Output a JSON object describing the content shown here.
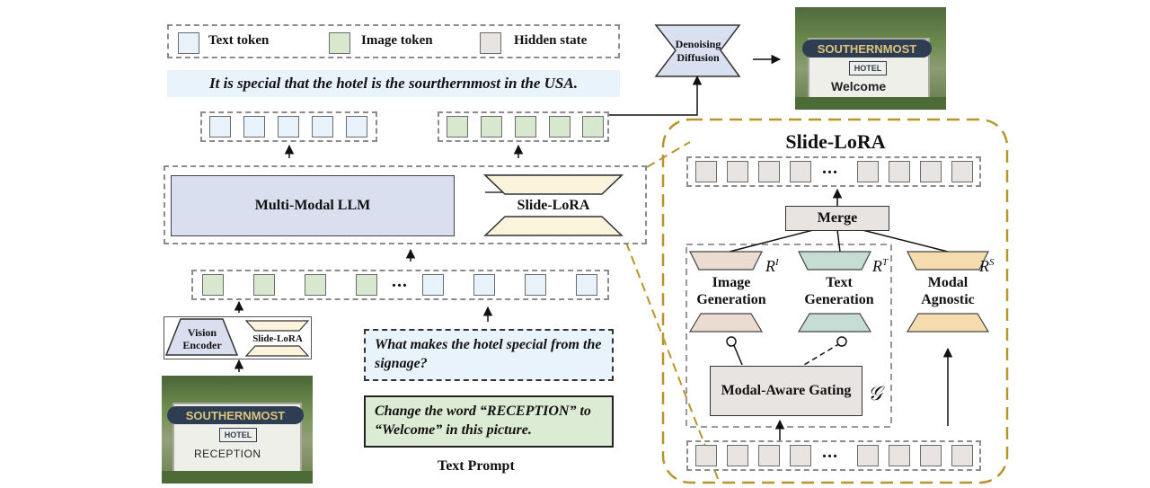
{
  "legend": {
    "text_token": "Text token",
    "image_token": "Image token",
    "hidden_state": "Hidden state"
  },
  "output_text": "It is special that the hotel is the sourthernmost in the USA.",
  "denoising_diffusion": "Denoising Diffusion",
  "llm": "Multi-Modal LLM",
  "slide_lora_small": "Slide-LoRA",
  "vision_encoder": "Vision Encoder",
  "slide_lora_tiny": "Slide-LoRA",
  "ellipsis": "...",
  "prompt_question": "What makes the hotel special from the signage?",
  "prompt_edit": "Change the word “RECEPTION” to “Welcome” in this picture.",
  "text_prompt_label": "Text Prompt",
  "panel": {
    "title": "Slide-LoRA",
    "merge": "Merge",
    "image_generation": "Image Generation",
    "text_generation": "Text Generation",
    "modal_agnostic": "Modal Agnostic",
    "gating": "Modal-Aware Gating",
    "r_image": "I",
    "r_text": "T",
    "r_shared": "S",
    "gating_symbol": "𝒢"
  },
  "sign_images": {
    "top": {
      "line1": "SOUTHERNMOST",
      "line2": "HOTEL",
      "line3": "Welcome"
    },
    "bottom": {
      "line1": "SOUTHERNMOST",
      "line2": "HOTEL",
      "line3": "RECEPTION"
    }
  },
  "colors": {
    "text_token": "#e8f2fb",
    "image_token": "#d7e8cf",
    "hidden_state": "#e8e4e2",
    "llm_box": "#d9dfef",
    "slide_lora": "#fbf3dc",
    "panel_border": "#b8952c",
    "r_image": "#ebdcd2",
    "r_text": "#c5ddd3",
    "r_shared": "#f5dcae",
    "question_bg": "#e9f3fb",
    "edit_bg": "#dcebd3"
  }
}
